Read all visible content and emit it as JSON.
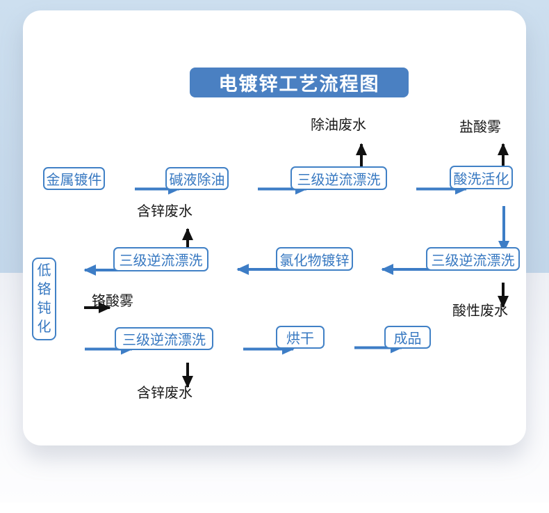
{
  "page": {
    "title_badge": "电镀锌工艺流程图"
  },
  "flowchart": {
    "nodes": [
      {
        "id": "metal-part",
        "label": "金属镀件"
      },
      {
        "id": "alkali-degreasing",
        "label": "碱液除油"
      },
      {
        "id": "counterflow-rinse-1",
        "label": "三级逆流漂洗"
      },
      {
        "id": "acid-pickling-activation",
        "label": "酸洗活化"
      },
      {
        "id": "counterflow-rinse-2",
        "label": "三级逆流漂洗"
      },
      {
        "id": "chloride-zinc-plating",
        "label": "氯化物镀锌"
      },
      {
        "id": "counterflow-rinse-3",
        "label": "三级逆流漂洗"
      },
      {
        "id": "low-chrome-passivation",
        "label": "低铬钝化"
      },
      {
        "id": "counterflow-rinse-4",
        "label": "三级逆流漂洗"
      },
      {
        "id": "drying",
        "label": "烘干"
      },
      {
        "id": "finished-product",
        "label": "成品"
      }
    ],
    "emissions": [
      {
        "id": "degreasing-wastewater",
        "label": "除油废水"
      },
      {
        "id": "hydrochloric-acid-mist",
        "label": "盐酸雾"
      },
      {
        "id": "zinc-wastewater-1",
        "label": "含锌废水"
      },
      {
        "id": "acidic-wastewater",
        "label": "酸性废水"
      },
      {
        "id": "chromic-acid-mist",
        "label": "铬酸雾"
      },
      {
        "id": "zinc-wastewater-2",
        "label": "含锌废水"
      }
    ],
    "colors": {
      "badge_blue": "#4a80c2",
      "node_border_blue": "#4181c6",
      "node_text_blue": "#3778c1",
      "arrow_blue": "#3d7dc6",
      "arrow_black": "#111111",
      "background_blue": "#c6d9eb"
    }
  }
}
